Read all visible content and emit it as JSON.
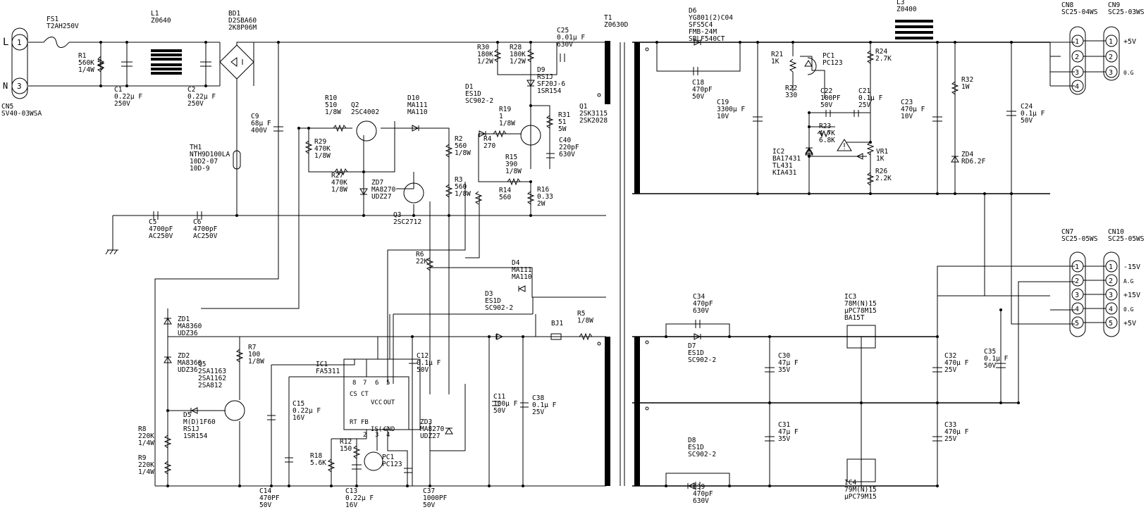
{
  "labels": [
    {
      "id": "fs1",
      "lines": [
        "FS1",
        "T2AH250V"
      ]
    },
    {
      "id": "l1",
      "lines": [
        "L1",
        "Z0640"
      ]
    },
    {
      "id": "bd1",
      "lines": [
        "BD1",
        "D2SBA60",
        "2K8P06M"
      ]
    },
    {
      "id": "t1",
      "lines": [
        "T1",
        "Z0630D"
      ]
    },
    {
      "id": "r1",
      "lines": [
        "R1",
        "560K",
        "1/4W"
      ]
    },
    {
      "id": "c1",
      "lines": [
        "C1",
        "0.22μ F",
        "250V"
      ]
    },
    {
      "id": "c2",
      "lines": [
        "C2",
        "0.22μ F",
        "250V"
      ]
    },
    {
      "id": "cn5",
      "lines": [
        "CN5",
        "SV40-03WSA"
      ]
    },
    {
      "id": "c9",
      "lines": [
        "C9",
        "68μ F",
        "400V"
      ]
    },
    {
      "id": "th1",
      "lines": [
        "TH1",
        "NTH9D100LA",
        "10D2-07",
        "10D-9"
      ]
    },
    {
      "id": "c5",
      "lines": [
        "C5",
        "4700pF",
        "AC250V"
      ]
    },
    {
      "id": "c6",
      "lines": [
        "C6",
        "4700pF",
        "AC250V"
      ]
    },
    {
      "id": "r10",
      "lines": [
        "R10",
        "510",
        "1/8W"
      ]
    },
    {
      "id": "q2",
      "lines": [
        "Q2",
        "2SC4002"
      ]
    },
    {
      "id": "d10",
      "lines": [
        "D10",
        "MA111",
        "MA110"
      ]
    },
    {
      "id": "r29",
      "lines": [
        "R29",
        "470K",
        "1/8W"
      ]
    },
    {
      "id": "r27",
      "lines": [
        "R27",
        "470K",
        "1/8W"
      ]
    },
    {
      "id": "zd7",
      "lines": [
        "ZD7",
        "MA8270",
        "UDZ27"
      ]
    },
    {
      "id": "q3",
      "lines": [
        "Q3",
        "2SC2712"
      ]
    },
    {
      "id": "r2",
      "lines": [
        "R2",
        "560",
        "1/8W"
      ]
    },
    {
      "id": "r3",
      "lines": [
        "R3",
        "560",
        "1/8W"
      ]
    },
    {
      "id": "r6",
      "lines": [
        "R6",
        "22K"
      ]
    },
    {
      "id": "r30",
      "lines": [
        "R30",
        "180K",
        "1/2W"
      ]
    },
    {
      "id": "r28",
      "lines": [
        "R28",
        "180K",
        "1/2W"
      ]
    },
    {
      "id": "c25",
      "lines": [
        "C25",
        "0.01μ F",
        "630V"
      ]
    },
    {
      "id": "d9",
      "lines": [
        "D9",
        "RS1J",
        "SF20J-6",
        "1SR154"
      ]
    },
    {
      "id": "d1",
      "lines": [
        "D1",
        "ES1D",
        "SC902-2"
      ]
    },
    {
      "id": "r19",
      "lines": [
        "R19",
        "1",
        "1/8W"
      ]
    },
    {
      "id": "r4",
      "lines": [
        "R4",
        "270"
      ]
    },
    {
      "id": "r31",
      "lines": [
        "R31",
        "51",
        "5W"
      ]
    },
    {
      "id": "q1",
      "lines": [
        "Q1",
        "2SK3115",
        "2SK2028"
      ]
    },
    {
      "id": "c40",
      "lines": [
        "C40",
        "220pF",
        "630V"
      ]
    },
    {
      "id": "r15",
      "lines": [
        "R15",
        "390",
        "1/8W"
      ]
    },
    {
      "id": "r14",
      "lines": [
        "R14",
        "560"
      ]
    },
    {
      "id": "r16",
      "lines": [
        "R16",
        "0.33",
        "2W"
      ]
    },
    {
      "id": "d4",
      "lines": [
        "D4",
        "MA111",
        "MA110"
      ]
    },
    {
      "id": "d3",
      "lines": [
        "D3",
        "ES1D",
        "SC902-2"
      ]
    },
    {
      "id": "bj1",
      "lines": [
        "BJ1"
      ]
    },
    {
      "id": "r5",
      "lines": [
        "R5",
        "1/8W"
      ]
    },
    {
      "id": "zd1",
      "lines": [
        "ZD1",
        "MA8360",
        "UDZ36"
      ]
    },
    {
      "id": "zd2",
      "lines": [
        "ZD2",
        "MA8360",
        "UDZ36"
      ]
    },
    {
      "id": "q5",
      "lines": [
        "Q5",
        "2SA1163",
        "2SA1162",
        "2SA812"
      ]
    },
    {
      "id": "d5",
      "lines": [
        "D5",
        "M(D)1F60",
        "RS1J",
        "1SR154"
      ]
    },
    {
      "id": "r7",
      "lines": [
        "R7",
        "100",
        "1/8W"
      ]
    },
    {
      "id": "r8",
      "lines": [
        "R8",
        "220K",
        "1/4W"
      ]
    },
    {
      "id": "r9",
      "lines": [
        "R9",
        "220K",
        "1/4W"
      ]
    },
    {
      "id": "c14",
      "lines": [
        "C14",
        "470PF",
        "50V"
      ]
    },
    {
      "id": "c15",
      "lines": [
        "C15",
        "0.22μ F",
        "16V"
      ]
    },
    {
      "id": "ic1",
      "lines": [
        "IC1",
        "FA5311"
      ]
    },
    {
      "id": "r18",
      "lines": [
        "R18",
        "5.6K"
      ]
    },
    {
      "id": "r12",
      "lines": [
        "R12",
        "150"
      ]
    },
    {
      "id": "pc1b",
      "lines": [
        "PC1",
        "PC123"
      ]
    },
    {
      "id": "c13",
      "lines": [
        "C13",
        "0.22μ F",
        "16V"
      ]
    },
    {
      "id": "c37",
      "lines": [
        "C37",
        "1000PF",
        "50V"
      ]
    },
    {
      "id": "zd3",
      "lines": [
        "ZD3",
        "MA8270",
        "UDZ27"
      ]
    },
    {
      "id": "c12",
      "lines": [
        "C12",
        "0.1μ F",
        "50V"
      ]
    },
    {
      "id": "c11",
      "lines": [
        "C11",
        "100μ F",
        "50V"
      ]
    },
    {
      "id": "c38",
      "lines": [
        "C38",
        "0.1μ F",
        "25V"
      ]
    },
    {
      "id": "d6",
      "lines": [
        "D6",
        "YG801(2)C04",
        "SFS5C4",
        "FMB-24M",
        "SBLF540CT"
      ]
    },
    {
      "id": "c18",
      "lines": [
        "C18",
        "470pF",
        "50V"
      ]
    },
    {
      "id": "c19",
      "lines": [
        "C19",
        "3300μ F",
        "10V"
      ]
    },
    {
      "id": "r21",
      "lines": [
        "R21",
        "1K"
      ]
    },
    {
      "id": "pc1a",
      "lines": [
        "PC1",
        "PC123"
      ]
    },
    {
      "id": "r22",
      "lines": [
        "R22",
        "330"
      ]
    },
    {
      "id": "c22",
      "lines": [
        "C22",
        "100PF",
        "50V"
      ]
    },
    {
      "id": "c21",
      "lines": [
        "C21",
        "0.1μ F",
        "25V"
      ]
    },
    {
      "id": "r24",
      "lines": [
        "R24",
        "2.7K"
      ]
    },
    {
      "id": "r23",
      "lines": [
        "R23",
        "4.7K",
        "6.8K"
      ]
    },
    {
      "id": "ic2",
      "lines": [
        "IC2",
        "BA17431",
        "TL431",
        "KIA431"
      ]
    },
    {
      "id": "vr1",
      "lines": [
        "VR1",
        "1K"
      ]
    },
    {
      "id": "r26",
      "lines": [
        "R26",
        "2.2K"
      ]
    },
    {
      "id": "l3",
      "lines": [
        "L3",
        "Z0400"
      ]
    },
    {
      "id": "c23",
      "lines": [
        "C23",
        "470μ F",
        "10V"
      ]
    },
    {
      "id": "r32",
      "lines": [
        "R32",
        "1W"
      ]
    },
    {
      "id": "zd4",
      "lines": [
        "ZD4",
        "RD6.2F"
      ]
    },
    {
      "id": "c24",
      "lines": [
        "C24",
        "0.1μ F",
        "50V"
      ]
    },
    {
      "id": "cn8",
      "lines": [
        "CN8",
        "SC25-04WS"
      ]
    },
    {
      "id": "cn9",
      "lines": [
        "CN9",
        "SC25-03WS"
      ]
    },
    {
      "id": "cn7",
      "lines": [
        "CN7",
        "SC25-05WS"
      ]
    },
    {
      "id": "cn10",
      "lines": [
        "CN10",
        "SC25-05WS"
      ]
    },
    {
      "id": "c34",
      "lines": [
        "C34",
        "470pF",
        "630V"
      ]
    },
    {
      "id": "d7",
      "lines": [
        "D7",
        "ES1D",
        "SC902-2"
      ]
    },
    {
      "id": "c30",
      "lines": [
        "C30",
        "47μ F",
        "35V"
      ]
    },
    {
      "id": "c31",
      "lines": [
        "C31",
        "47μ F",
        "35V"
      ]
    },
    {
      "id": "d8",
      "lines": [
        "D8",
        "ES1D",
        "SC902-2"
      ]
    },
    {
      "id": "c39",
      "lines": [
        "C39",
        "470pF",
        "630V"
      ]
    },
    {
      "id": "ic3",
      "lines": [
        "IC3",
        "78M(N)15",
        "μPC78M15",
        "BA15T"
      ]
    },
    {
      "id": "ic4",
      "lines": [
        "IC4",
        "79M(N)15",
        "μPC79M15"
      ]
    },
    {
      "id": "c32",
      "lines": [
        "C32",
        "470μ F",
        "25V"
      ]
    },
    {
      "id": "c33",
      "lines": [
        "C33",
        "470μ F",
        "25V"
      ]
    },
    {
      "id": "c35",
      "lines": [
        "C35",
        "0.1μ F",
        "50V"
      ]
    }
  ],
  "pins": [
    {
      "id": "lt",
      "text": "L"
    },
    {
      "id": "nt",
      "text": "N"
    },
    {
      "id": "cn5p1",
      "text": "1"
    },
    {
      "id": "cn5p3",
      "text": "3"
    },
    {
      "id": "ic1_8",
      "text": "8"
    },
    {
      "id": "ic1_7",
      "text": "7"
    },
    {
      "id": "ic1_6",
      "text": "6"
    },
    {
      "id": "ic1_5",
      "text": "5"
    },
    {
      "id": "ic1_2",
      "text": "2"
    },
    {
      "id": "ic1_3",
      "text": "3"
    },
    {
      "id": "ic1_4",
      "text": "4"
    },
    {
      "id": "ic1_cs",
      "text": "CS"
    },
    {
      "id": "ic1_ct",
      "text": "CT"
    },
    {
      "id": "ic1_vcc",
      "text": "VCC"
    },
    {
      "id": "ic1_out",
      "text": "OUT"
    },
    {
      "id": "ic1_rt",
      "text": "RT"
    },
    {
      "id": "ic1_fb",
      "text": "FB"
    },
    {
      "id": "ic1_is",
      "text": "IS(+)"
    },
    {
      "id": "ic1_gnd",
      "text": "GND"
    },
    {
      "id": "cn8p1",
      "text": "1"
    },
    {
      "id": "cn8p2",
      "text": "2"
    },
    {
      "id": "cn8p3",
      "text": "3"
    },
    {
      "id": "cn8p4",
      "text": "4"
    },
    {
      "id": "cn9p1",
      "text": "1"
    },
    {
      "id": "cn9p2",
      "text": "2"
    },
    {
      "id": "cn9p3",
      "text": "3"
    },
    {
      "id": "cn9l1",
      "text": "+5V"
    },
    {
      "id": "cn9l3",
      "text": "0.G"
    },
    {
      "id": "cn7p1",
      "text": "1"
    },
    {
      "id": "cn7p2",
      "text": "2"
    },
    {
      "id": "cn7p3",
      "text": "3"
    },
    {
      "id": "cn7p4",
      "text": "4"
    },
    {
      "id": "cn7p5",
      "text": "5"
    },
    {
      "id": "cn10p1",
      "text": "1"
    },
    {
      "id": "cn10p2",
      "text": "2"
    },
    {
      "id": "cn10p3",
      "text": "3"
    },
    {
      "id": "cn10p4",
      "text": "4"
    },
    {
      "id": "cn10p5",
      "text": "5"
    },
    {
      "id": "cn10l1",
      "text": "-15V"
    },
    {
      "id": "cn10l2",
      "text": "A.G"
    },
    {
      "id": "cn10l3",
      "text": "+15V"
    },
    {
      "id": "cn10l4",
      "text": "0.G"
    },
    {
      "id": "cn10l5",
      "text": "+5V"
    }
  ]
}
